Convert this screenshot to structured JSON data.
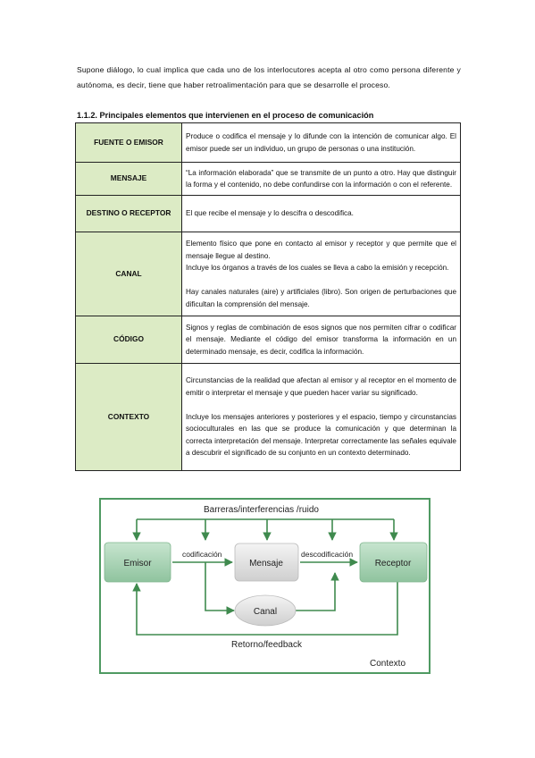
{
  "intro": "Supone diálogo, lo cual implica que cada uno de los interlocutores acepta al otro como persona diferente y autónoma, es decir, tiene que haber retroalimentación para que se desarrolle el proceso.",
  "heading": "1.1.2. Principales elementos que intervienen en el proceso de comunicación",
  "table": {
    "rows": [
      {
        "label": "FUENTE O EMISOR",
        "paragraphs": [
          "Produce o codifica el mensaje y lo difunde con la intención de comunicar algo. El emisor puede ser un individuo, un grupo de personas o una institución."
        ]
      },
      {
        "label": "MENSAJE",
        "paragraphs": [
          "“La información elaborada” que se transmite de un punto a otro. Hay que distinguir la forma y el contenido, no debe confundirse con la información o con el referente."
        ]
      },
      {
        "label": "DESTINO O RECEPTOR",
        "paragraphs": [
          "El que recibe el mensaje y lo descifra o descodifica."
        ]
      },
      {
        "label": "CANAL",
        "paragraphs": [
          "Elemento físico que pone en contacto al emisor y receptor y que permite que el mensaje llegue al destino.\nIncluye los órganos a través de los cuales se lleva a cabo la emisión y recepción.",
          "Hay canales naturales (aire) y artificiales (libro). Son origen de perturbaciones que dificultan la comprensión del mensaje."
        ]
      },
      {
        "label": "CÓDIGO",
        "paragraphs": [
          "Signos y reglas de combinación de esos signos que nos permiten cifrar o codificar el mensaje. Mediante el código del emisor transforma la información en un determinado mensaje, es decir, codifica la información."
        ]
      },
      {
        "label": "CONTEXTO",
        "paragraphs": [
          "Circunstancias de la realidad que afectan al emisor y al receptor en el momento de emitir o interpretar el mensaje y que pueden hacer variar su significado.",
          "Incluye los mensajes anteriores y posteriores y el espacio, tiempo y circunstancias socioculturales en las que se produce la comunicación y que determinan la correcta interpretación del mensaje. Interpretar correctamente las señales equivale a descubrir el significado de su conjunto en un contexto determinado."
        ]
      }
    ]
  },
  "diagram": {
    "barriers": "Barreras/interferencias /ruido",
    "emisor": "Emisor",
    "mensaje": "Mensaje",
    "receptor": "Receptor",
    "canal": "Canal",
    "codificacion": "codificación",
    "descodificacion": "descodificación",
    "feedback": "Retorno/feedback",
    "contexto": "Contexto",
    "colors": {
      "border": "#4f9a62",
      "arrow": "#3f8a4e",
      "box_fill": "#a9d4b4",
      "gray_fill": "#dedede"
    }
  }
}
